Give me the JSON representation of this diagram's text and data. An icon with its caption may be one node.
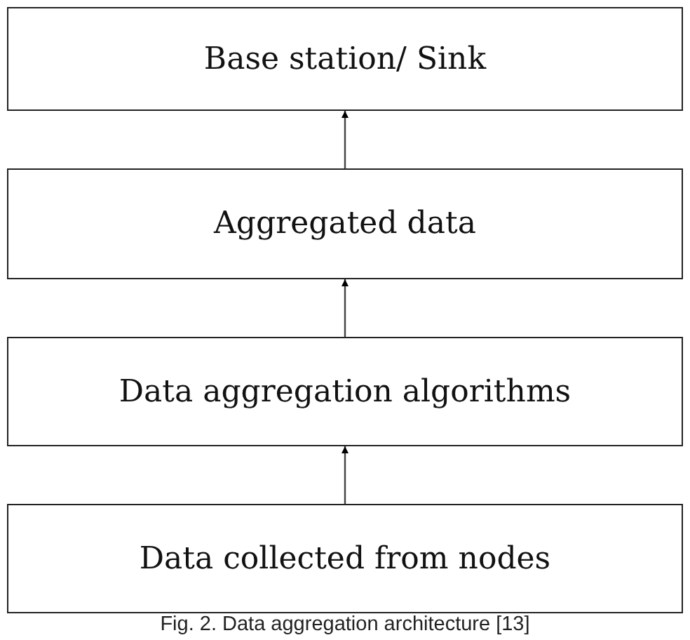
{
  "diagram": {
    "caption": "Fig. 2. Data aggregation architecture [13]",
    "nodes": [
      {
        "text": [
          "Base station/ Sink"
        ]
      },
      {
        "text": [
          "Aggregated data"
        ]
      },
      {
        "text": [
          "Data aggregation algorithms"
        ]
      },
      {
        "text": [
          "Data collected from nodes"
        ]
      }
    ],
    "edges": [
      {
        "from": 3,
        "to": 2,
        "arrow": "to"
      },
      {
        "from": 2,
        "to": 1,
        "arrow": "to"
      },
      {
        "from": 1,
        "to": 0,
        "arrow": "to"
      }
    ]
  }
}
